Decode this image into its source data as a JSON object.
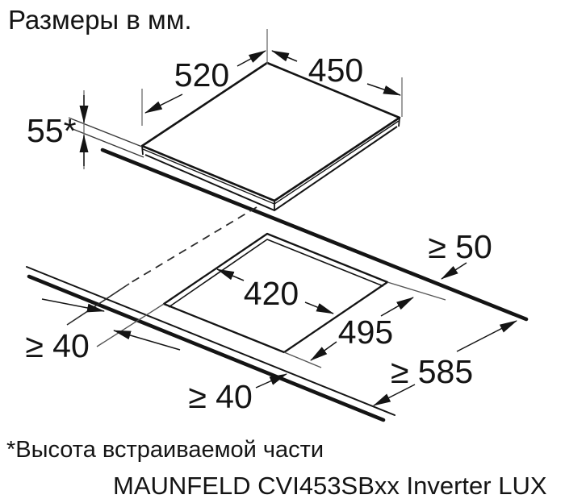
{
  "title": "Размеры в мм.",
  "footnote": "*Высота встраиваемой части",
  "product_name": "MAUNFELD CVI453SBxx Inverter LUX",
  "units": "мм",
  "dimensions": {
    "hob_depth": "520",
    "hob_width": "450",
    "built_in_height": "55*",
    "cutout_width": "420",
    "cutout_depth": "495",
    "rear_clearance": "≥ 50",
    "worktop_min_depth": "≥ 585",
    "side_clearance": "≥ 40",
    "front_clearance": "≥ 40"
  },
  "colors": {
    "line": "#141414",
    "leader": "#6b6b6b",
    "background": "#ffffff"
  }
}
